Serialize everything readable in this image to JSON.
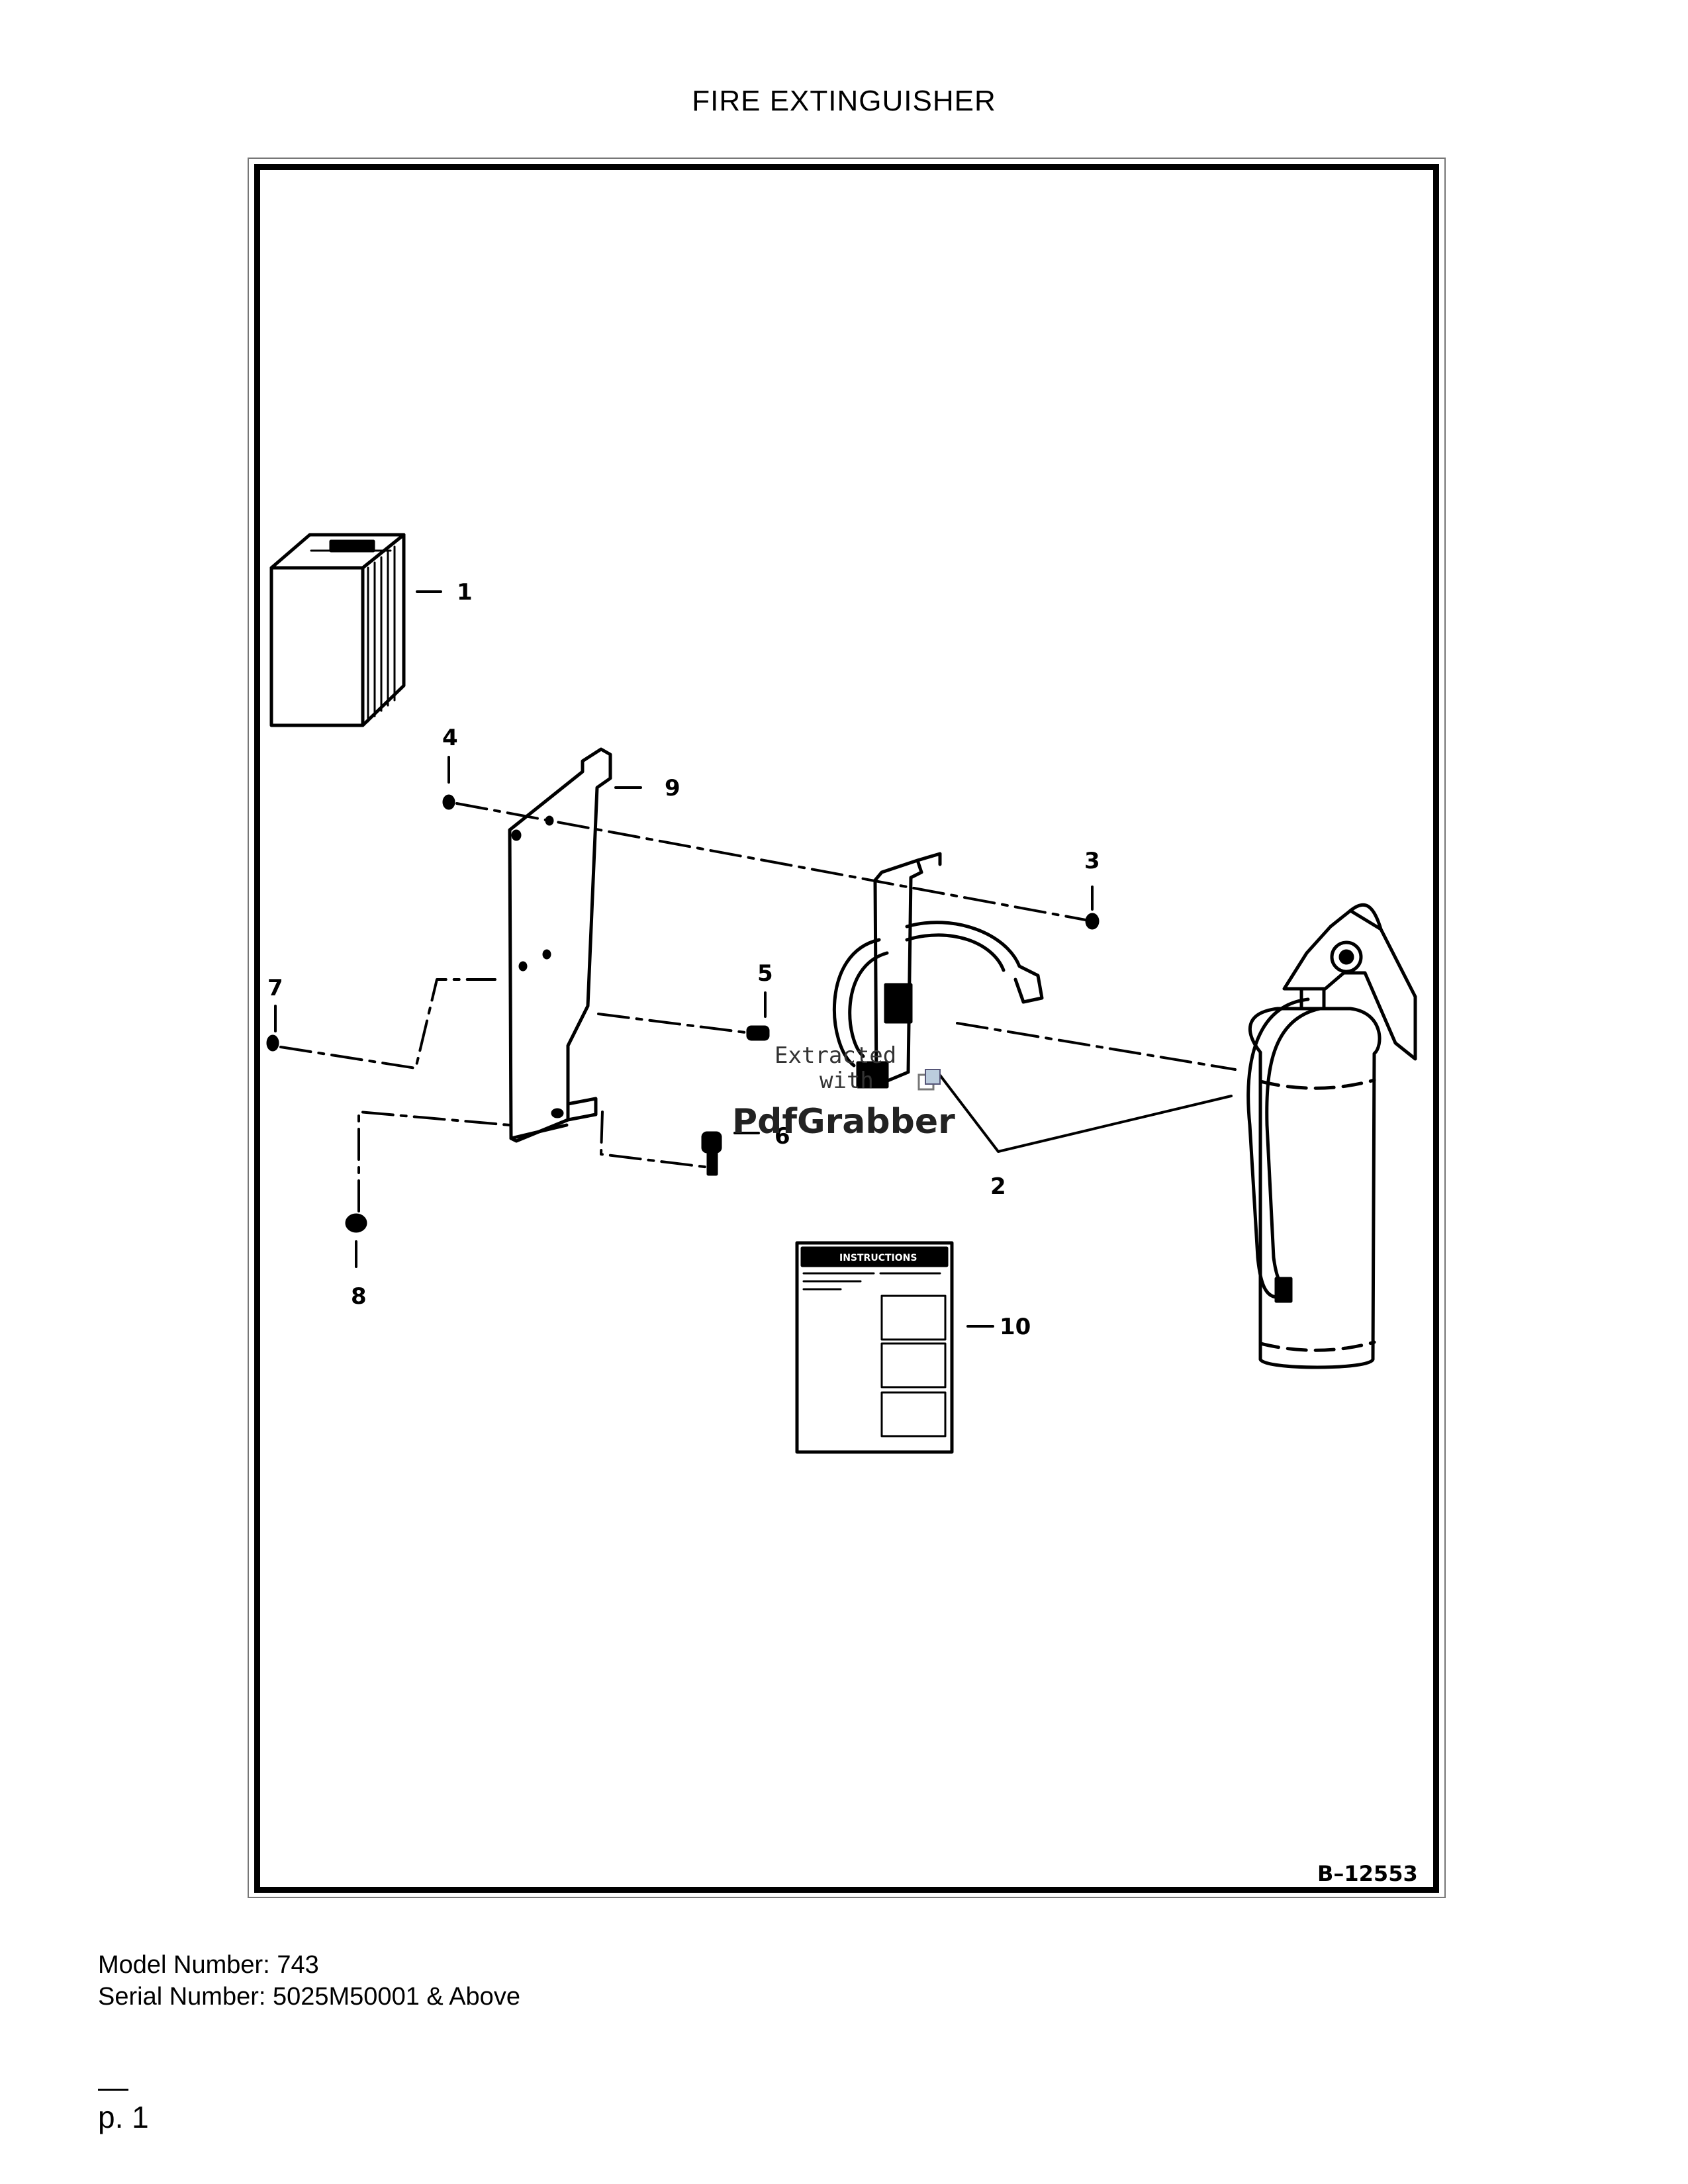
{
  "title": "FIRE EXTINGUISHER",
  "callouts": {
    "c1": "1",
    "c2": "2",
    "c3": "3",
    "c4": "4",
    "c5": "5",
    "c6": "6",
    "c7": "7",
    "c8": "8",
    "c9": "9",
    "c10": "10"
  },
  "watermark": {
    "line1": "Extracted",
    "line2": "with",
    "brand": "PdfGrabber"
  },
  "instruction_sheet": {
    "heading": "INSTRUCTIONS"
  },
  "drawing_number": "B–12553",
  "footer": {
    "model_label": "Model Number: 743",
    "serial_label": "Serial Number: 5025M50001 & Above"
  },
  "page_number": "p. 1"
}
